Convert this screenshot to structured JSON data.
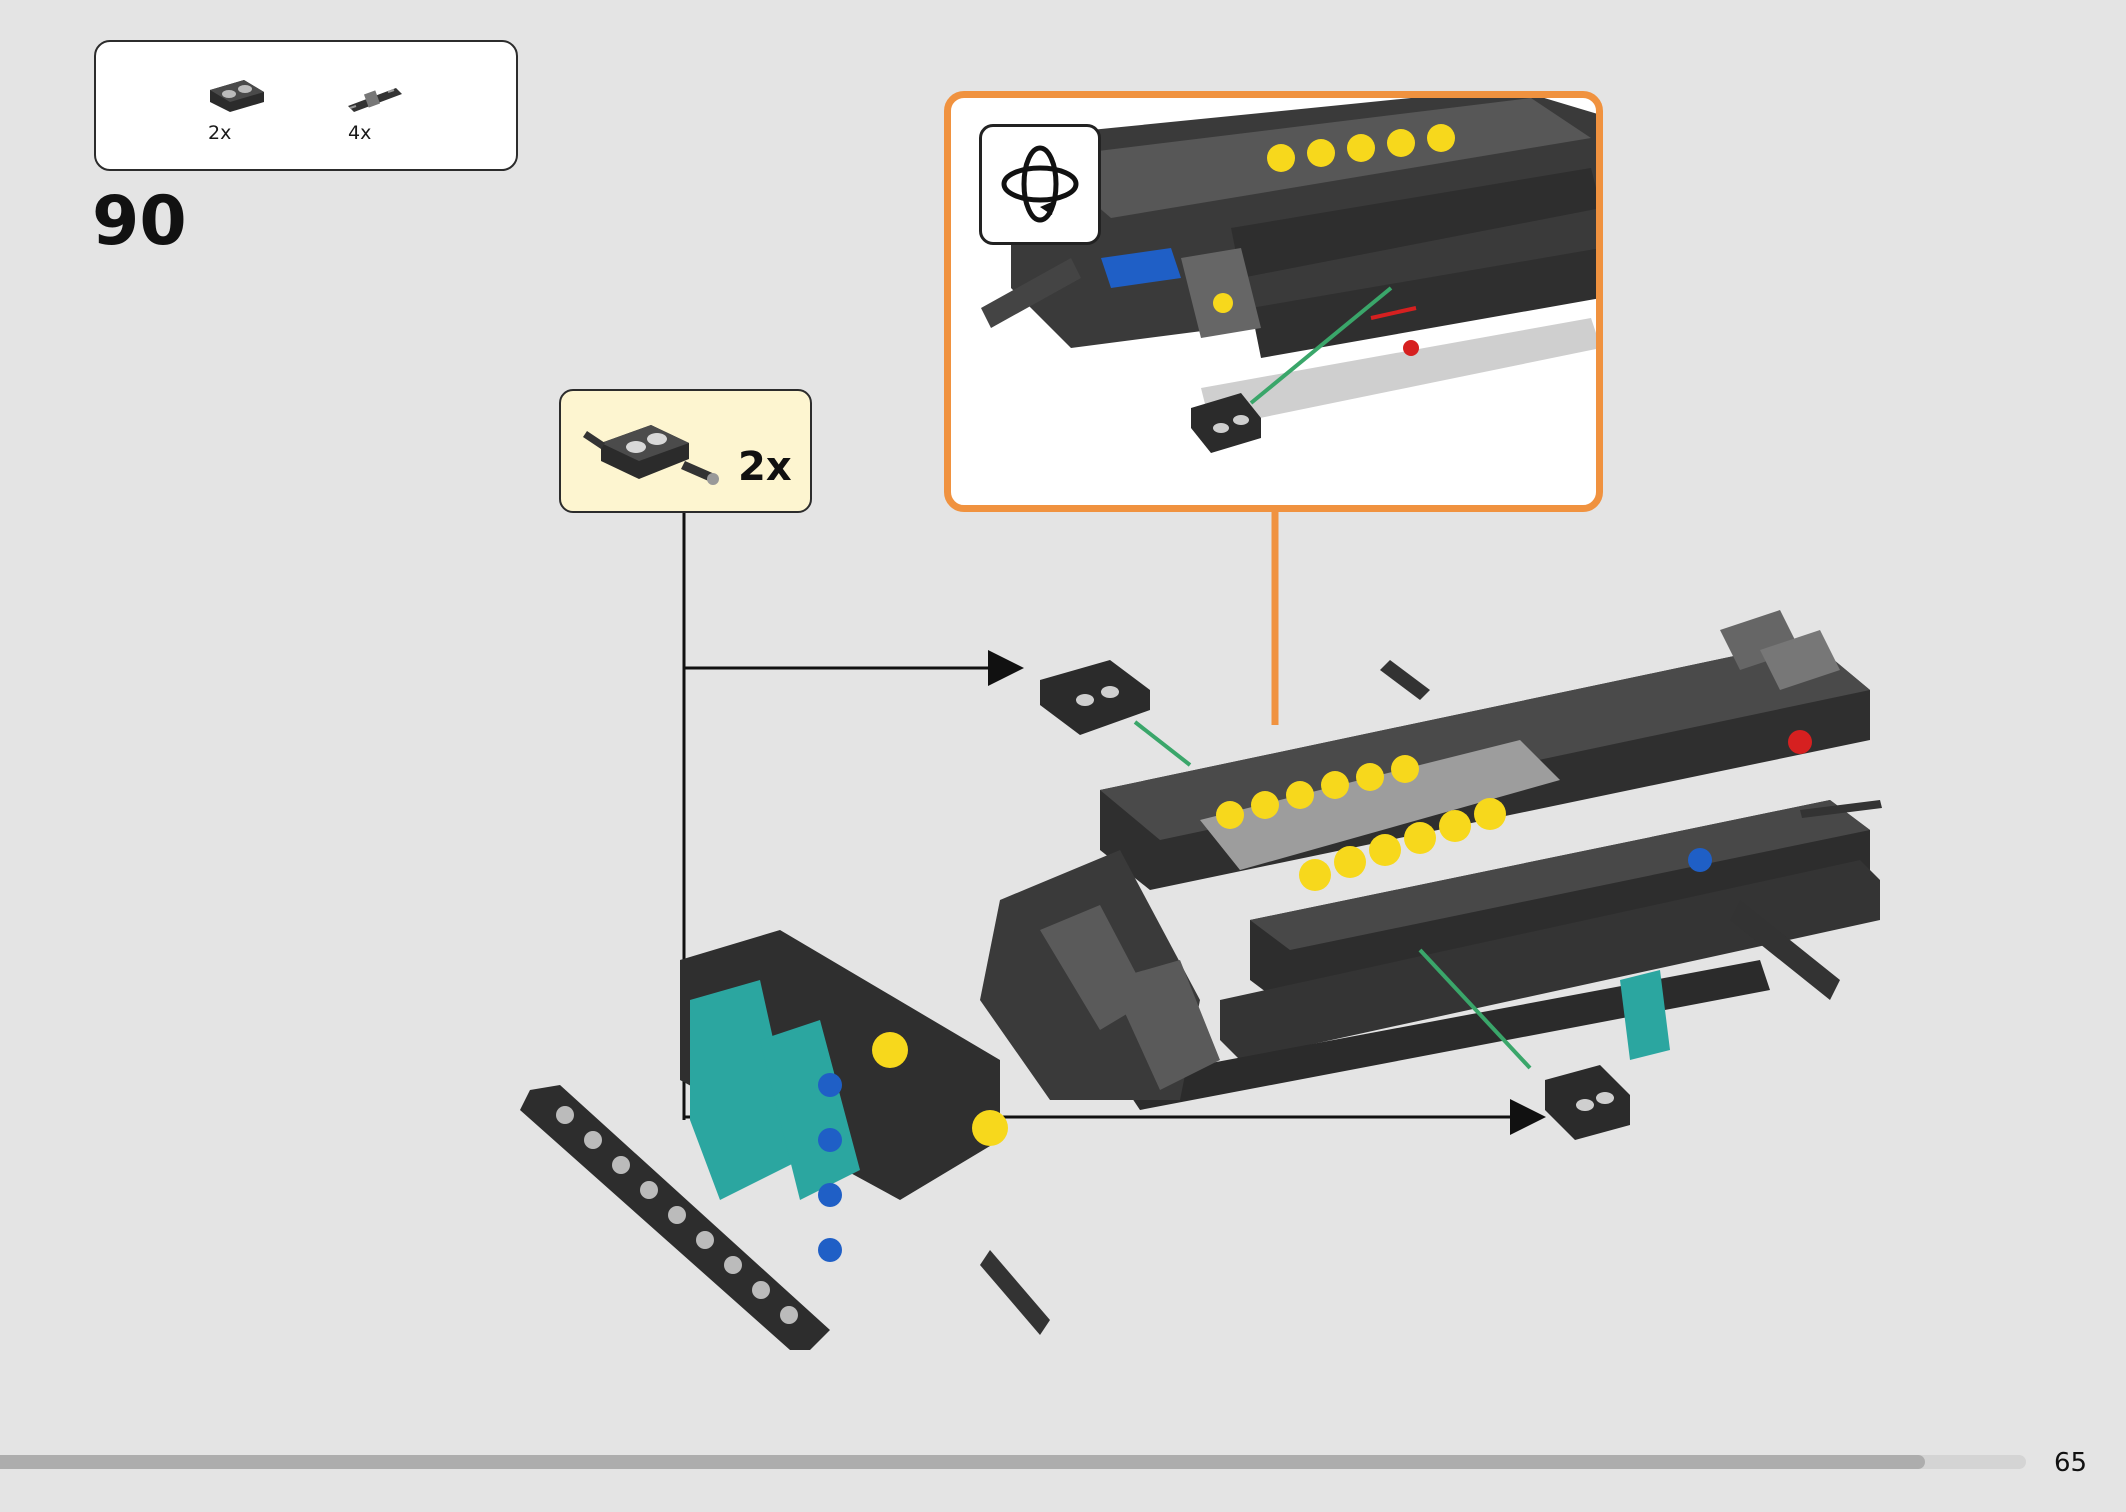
{
  "parts_list": {
    "items": [
      {
        "icon": "connector-block-icon",
        "quantity": "2x"
      },
      {
        "icon": "axle-pin-icon",
        "quantity": "4x"
      }
    ]
  },
  "step": {
    "number": "90"
  },
  "subassembly": {
    "quantity": "2x",
    "icon": "connector-with-pin-icon"
  },
  "detail_view": {
    "icon": "rotate-model-icon",
    "border_color": "#f0923f"
  },
  "colors": {
    "guide_arrow": "#3aa66a",
    "callout_background": "#fdf5d0",
    "detail_border": "#f0923f",
    "beam": "#2f2f2f",
    "yellow": "#f7d81c",
    "blue": "#1f5fc6",
    "teal": "#2ba6a0",
    "red": "#d62020"
  },
  "footer": {
    "page_number": "65",
    "progress": 0.95
  }
}
